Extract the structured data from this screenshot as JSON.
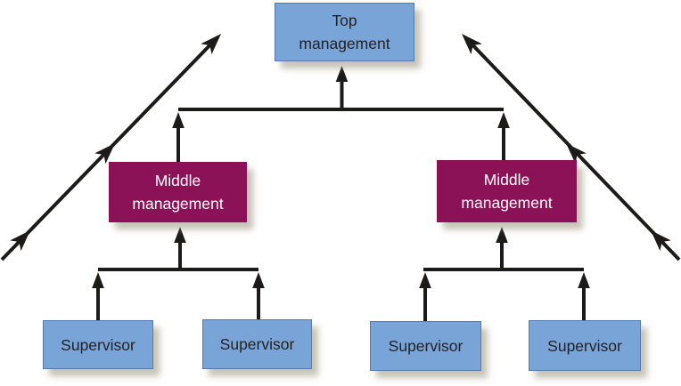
{
  "figure": {
    "kind": "organizational-hierarchy-diagram",
    "nodes": {
      "top": {
        "label": "Top management",
        "fill": "#79a4d8",
        "text_color": "#262223"
      },
      "middle_left": {
        "label": "Middle management",
        "fill": "#8b1256",
        "text_color": "#ffffff"
      },
      "middle_right": {
        "label": "Middle management",
        "fill": "#8b1256",
        "text_color": "#ffffff"
      },
      "supervisor_1": {
        "label": "Supervisor",
        "fill": "#79a4d8",
        "text_color": "#262223"
      },
      "supervisor_2": {
        "label": "Supervisor",
        "fill": "#79a4d8",
        "text_color": "#262223"
      },
      "supervisor_3": {
        "label": "Supervisor",
        "fill": "#79a4d8",
        "text_color": "#262223"
      },
      "supervisor_4": {
        "label": "Supervisor",
        "fill": "#79a4d8",
        "text_color": "#262223"
      }
    },
    "colors": {
      "node_blue": "#79a4d8",
      "node_maroon": "#8b1256",
      "connector_black": "#1c1b1a",
      "text_dark": "#262223",
      "text_light": "#ffffff",
      "background": "#ffffff",
      "shadow": "#cdc7b6"
    }
  }
}
